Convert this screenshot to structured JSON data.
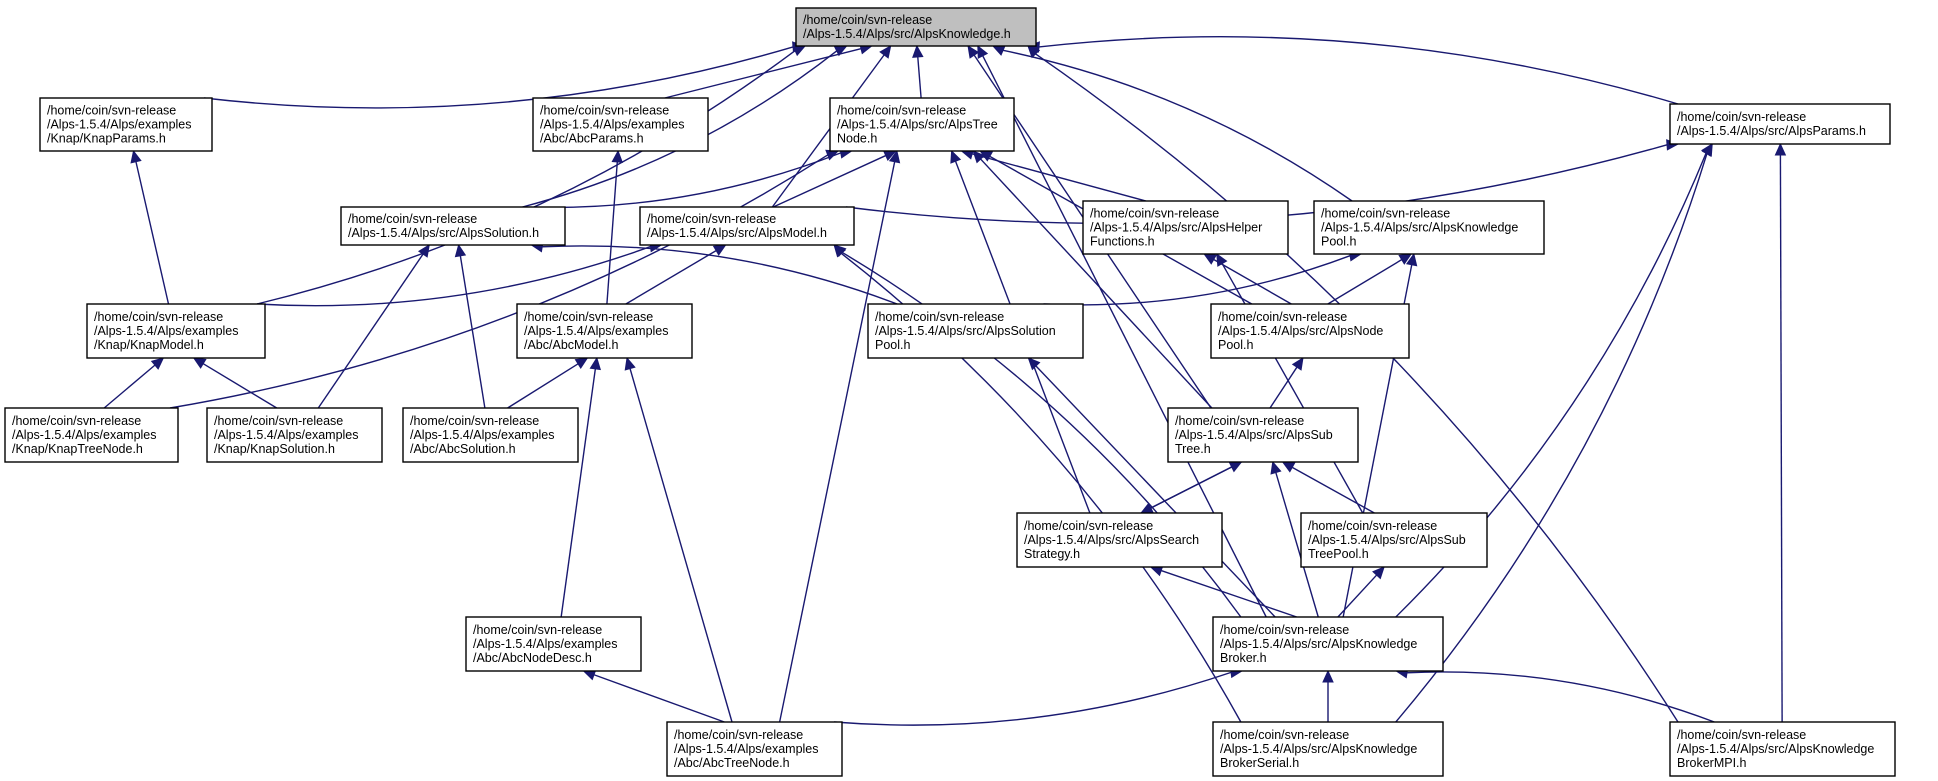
{
  "graph": {
    "nodes": [
      {
        "id": "knowledge",
        "lines": [
          "/home/coin/svn-release",
          "/Alps-1.5.4/Alps/src/AlpsKnowledge.h"
        ],
        "root": true
      },
      {
        "id": "knapParams",
        "lines": [
          "/home/coin/svn-release",
          "/Alps-1.5.4/Alps/examples",
          "/Knap/KnapParams.h"
        ]
      },
      {
        "id": "abcParams",
        "lines": [
          "/home/coin/svn-release",
          "/Alps-1.5.4/Alps/examples",
          "/Abc/AbcParams.h"
        ]
      },
      {
        "id": "treeNode",
        "lines": [
          "/home/coin/svn-release",
          "/Alps-1.5.4/Alps/src/AlpsTree",
          "Node.h"
        ]
      },
      {
        "id": "params",
        "lines": [
          "/home/coin/svn-release",
          "/Alps-1.5.4/Alps/src/AlpsParams.h"
        ]
      },
      {
        "id": "solution",
        "lines": [
          "/home/coin/svn-release",
          "/Alps-1.5.4/Alps/src/AlpsSolution.h"
        ]
      },
      {
        "id": "model",
        "lines": [
          "/home/coin/svn-release",
          "/Alps-1.5.4/Alps/src/AlpsModel.h"
        ]
      },
      {
        "id": "helper",
        "lines": [
          "/home/coin/svn-release",
          "/Alps-1.5.4/Alps/src/AlpsHelper",
          "Functions.h"
        ]
      },
      {
        "id": "knowledgePool",
        "lines": [
          "/home/coin/svn-release",
          "/Alps-1.5.4/Alps/src/AlpsKnowledge",
          "Pool.h"
        ]
      },
      {
        "id": "knapModel",
        "lines": [
          "/home/coin/svn-release",
          "/Alps-1.5.4/Alps/examples",
          "/Knap/KnapModel.h"
        ]
      },
      {
        "id": "abcModel",
        "lines": [
          "/home/coin/svn-release",
          "/Alps-1.5.4/Alps/examples",
          "/Abc/AbcModel.h"
        ]
      },
      {
        "id": "solutionPool",
        "lines": [
          "/home/coin/svn-release",
          "/Alps-1.5.4/Alps/src/AlpsSolution",
          "Pool.h"
        ]
      },
      {
        "id": "nodePool",
        "lines": [
          "/home/coin/svn-release",
          "/Alps-1.5.4/Alps/src/AlpsNode",
          "Pool.h"
        ]
      },
      {
        "id": "knapTreeNode",
        "lines": [
          "/home/coin/svn-release",
          "/Alps-1.5.4/Alps/examples",
          "/Knap/KnapTreeNode.h"
        ]
      },
      {
        "id": "knapSolution",
        "lines": [
          "/home/coin/svn-release",
          "/Alps-1.5.4/Alps/examples",
          "/Knap/KnapSolution.h"
        ]
      },
      {
        "id": "abcSolution",
        "lines": [
          "/home/coin/svn-release",
          "/Alps-1.5.4/Alps/examples",
          "/Abc/AbcSolution.h"
        ]
      },
      {
        "id": "subTree",
        "lines": [
          "/home/coin/svn-release",
          "/Alps-1.5.4/Alps/src/AlpsSub",
          "Tree.h"
        ]
      },
      {
        "id": "searchStrategy",
        "lines": [
          "/home/coin/svn-release",
          "/Alps-1.5.4/Alps/src/AlpsSearch",
          "Strategy.h"
        ]
      },
      {
        "id": "subTreePool",
        "lines": [
          "/home/coin/svn-release",
          "/Alps-1.5.4/Alps/src/AlpsSub",
          "TreePool.h"
        ]
      },
      {
        "id": "abcNodeDesc",
        "lines": [
          "/home/coin/svn-release",
          "/Alps-1.5.4/Alps/examples",
          "/Abc/AbcNodeDesc.h"
        ]
      },
      {
        "id": "broker",
        "lines": [
          "/home/coin/svn-release",
          "/Alps-1.5.4/Alps/src/AlpsKnowledge",
          "Broker.h"
        ]
      },
      {
        "id": "abcTreeNode",
        "lines": [
          "/home/coin/svn-release",
          "/Alps-1.5.4/Alps/examples",
          "/Abc/AbcTreeNode.h"
        ]
      },
      {
        "id": "brokerSerial",
        "lines": [
          "/home/coin/svn-release",
          "/Alps-1.5.4/Alps/src/AlpsKnowledge",
          "BrokerSerial.h"
        ]
      },
      {
        "id": "brokerMPI",
        "lines": [
          "/home/coin/svn-release",
          "/Alps-1.5.4/Alps/src/AlpsKnowledge",
          "BrokerMPI.h"
        ]
      }
    ],
    "edges": [
      {
        "from": "knapParams",
        "to": "knowledge"
      },
      {
        "from": "abcParams",
        "to": "knowledge"
      },
      {
        "from": "treeNode",
        "to": "knowledge"
      },
      {
        "from": "params",
        "to": "knowledge"
      },
      {
        "from": "solution",
        "to": "knowledge"
      },
      {
        "from": "model",
        "to": "knowledge"
      },
      {
        "from": "knowledgePool",
        "to": "knowledge"
      },
      {
        "from": "knapModel",
        "to": "knowledge"
      },
      {
        "from": "subTree",
        "to": "knowledge"
      },
      {
        "from": "broker",
        "to": "knowledge"
      },
      {
        "from": "brokerMPI",
        "to": "knowledge"
      },
      {
        "from": "knapModel",
        "to": "knapParams"
      },
      {
        "from": "abcModel",
        "to": "abcParams"
      },
      {
        "from": "solution",
        "to": "treeNode"
      },
      {
        "from": "model",
        "to": "treeNode"
      },
      {
        "from": "helper",
        "to": "treeNode"
      },
      {
        "from": "knapTreeNode",
        "to": "treeNode"
      },
      {
        "from": "abcTreeNode",
        "to": "treeNode"
      },
      {
        "from": "searchStrategy",
        "to": "treeNode"
      },
      {
        "from": "subTree",
        "to": "treeNode"
      },
      {
        "from": "nodePool",
        "to": "treeNode"
      },
      {
        "from": "model",
        "to": "params"
      },
      {
        "from": "broker",
        "to": "params"
      },
      {
        "from": "brokerSerial",
        "to": "params"
      },
      {
        "from": "brokerMPI",
        "to": "params"
      },
      {
        "from": "knapSolution",
        "to": "solution"
      },
      {
        "from": "abcSolution",
        "to": "solution"
      },
      {
        "from": "solutionPool",
        "to": "solution"
      },
      {
        "from": "knapModel",
        "to": "model"
      },
      {
        "from": "abcModel",
        "to": "model"
      },
      {
        "from": "broker",
        "to": "model"
      },
      {
        "from": "brokerSerial",
        "to": "model"
      },
      {
        "from": "nodePool",
        "to": "helper"
      },
      {
        "from": "subTreePool",
        "to": "helper"
      },
      {
        "from": "solutionPool",
        "to": "knowledgePool"
      },
      {
        "from": "nodePool",
        "to": "knowledgePool"
      },
      {
        "from": "broker",
        "to": "knowledgePool"
      },
      {
        "from": "knapTreeNode",
        "to": "knapModel"
      },
      {
        "from": "knapSolution",
        "to": "knapModel"
      },
      {
        "from": "abcSolution",
        "to": "abcModel"
      },
      {
        "from": "abcNodeDesc",
        "to": "abcModel"
      },
      {
        "from": "abcTreeNode",
        "to": "abcModel"
      },
      {
        "from": "broker",
        "to": "solutionPool"
      },
      {
        "from": "subTree",
        "to": "nodePool"
      },
      {
        "from": "searchStrategy",
        "to": "subTree"
      },
      {
        "from": "subTree",
        "to": "searchStrategy"
      },
      {
        "from": "subTreePool",
        "to": "subTree"
      },
      {
        "from": "broker",
        "to": "subTree"
      },
      {
        "from": "broker",
        "to": "searchStrategy"
      },
      {
        "from": "broker",
        "to": "subTreePool"
      },
      {
        "from": "abcTreeNode",
        "to": "abcNodeDesc"
      },
      {
        "from": "abcTreeNode",
        "to": "broker"
      },
      {
        "from": "brokerSerial",
        "to": "broker"
      },
      {
        "from": "brokerMPI",
        "to": "broker"
      }
    ]
  }
}
